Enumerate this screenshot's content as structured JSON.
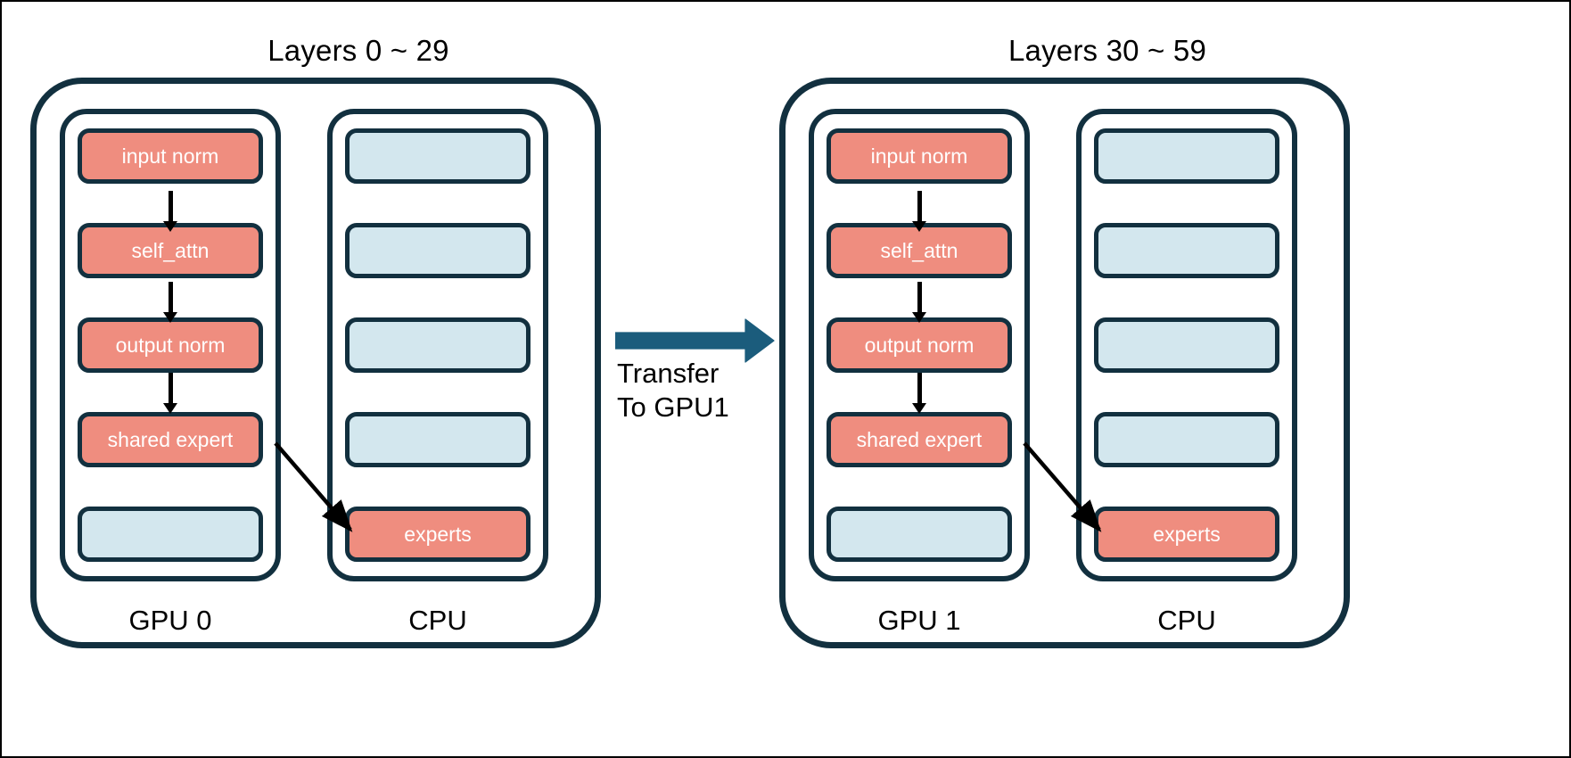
{
  "diagram": {
    "title_left": "Layers 0 ~ 29",
    "title_right": "Layers 30 ~ 59",
    "transfer": {
      "line1": "Transfer",
      "line2": "To GPU1",
      "arrow_color": "#1b5c7c"
    },
    "colors": {
      "active_block": "#ef8d7f",
      "idle_block": "#d3e7ee",
      "stroke": "#12303f",
      "arrow": "#000000",
      "background": "#ffffff"
    },
    "groups": [
      {
        "id": "left",
        "title": "Layers 0 ~ 29",
        "gpu": {
          "caption": "GPU 0",
          "units": [
            {
              "label": "input norm",
              "state": "active"
            },
            {
              "label": "self_attn",
              "state": "active"
            },
            {
              "label": "output norm",
              "state": "active"
            },
            {
              "label": "shared expert",
              "state": "active"
            },
            {
              "label": "",
              "state": "idle"
            }
          ]
        },
        "cpu": {
          "caption": "CPU",
          "units": [
            {
              "label": "",
              "state": "idle"
            },
            {
              "label": "",
              "state": "idle"
            },
            {
              "label": "",
              "state": "idle"
            },
            {
              "label": "",
              "state": "idle"
            },
            {
              "label": "experts",
              "state": "active"
            }
          ]
        }
      },
      {
        "id": "right",
        "title": "Layers 30 ~ 59",
        "gpu": {
          "caption": "GPU 1",
          "units": [
            {
              "label": "input norm",
              "state": "active"
            },
            {
              "label": "self_attn",
              "state": "active"
            },
            {
              "label": "output norm",
              "state": "active"
            },
            {
              "label": "shared expert",
              "state": "active"
            },
            {
              "label": "",
              "state": "idle"
            }
          ]
        },
        "cpu": {
          "caption": "CPU",
          "units": [
            {
              "label": "",
              "state": "idle"
            },
            {
              "label": "",
              "state": "idle"
            },
            {
              "label": "",
              "state": "idle"
            },
            {
              "label": "",
              "state": "idle"
            },
            {
              "label": "experts",
              "state": "active"
            }
          ]
        }
      }
    ]
  }
}
